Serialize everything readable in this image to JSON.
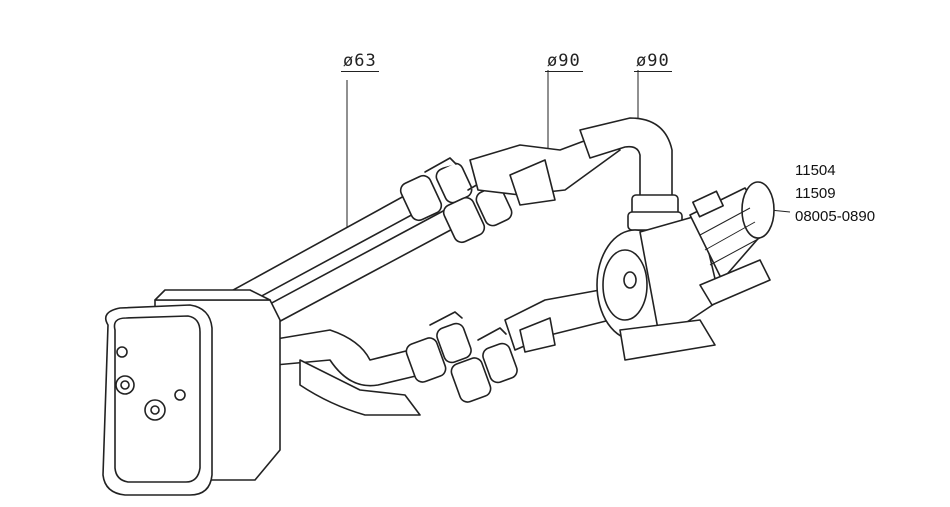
{
  "dimensions": {
    "pipe_small": "ø63",
    "pipe_large_a": "ø90",
    "pipe_large_b": "ø90"
  },
  "part_numbers": [
    "11504",
    "11509",
    "08005-0890"
  ]
}
